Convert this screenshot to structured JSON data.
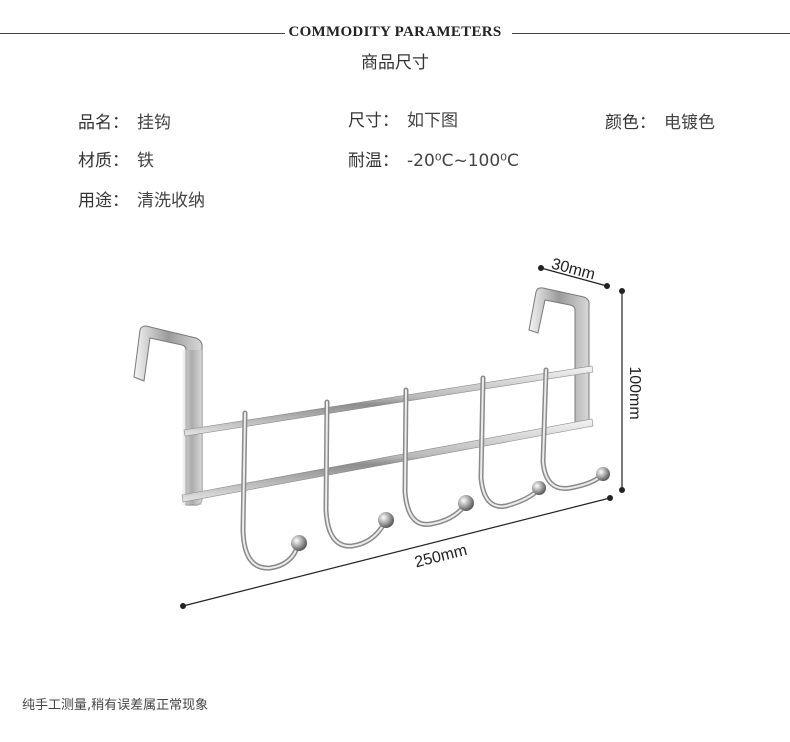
{
  "header": {
    "title_en": "COMMODITY PARAMETERS",
    "title_cn": "商品尺寸"
  },
  "params": {
    "name": {
      "label": "品名：",
      "value": "挂钩"
    },
    "size": {
      "label": "尺寸：",
      "value": "如下图"
    },
    "color": {
      "label": "颜色：",
      "value": "电镀色"
    },
    "material": {
      "label": "材质：",
      "value": "铁"
    },
    "temp": {
      "label": "耐温：",
      "value": "-20⁰C~100⁰C"
    },
    "use": {
      "label": "用途：",
      "value": "清洗收纳"
    }
  },
  "dimensions": {
    "depth": "30mm",
    "height": "100mm",
    "length": "250mm"
  },
  "footer": {
    "note": "纯手工测量,稍有误差属正常现象"
  },
  "colors": {
    "metal": "#c9c9c9",
    "line": "#222222"
  }
}
